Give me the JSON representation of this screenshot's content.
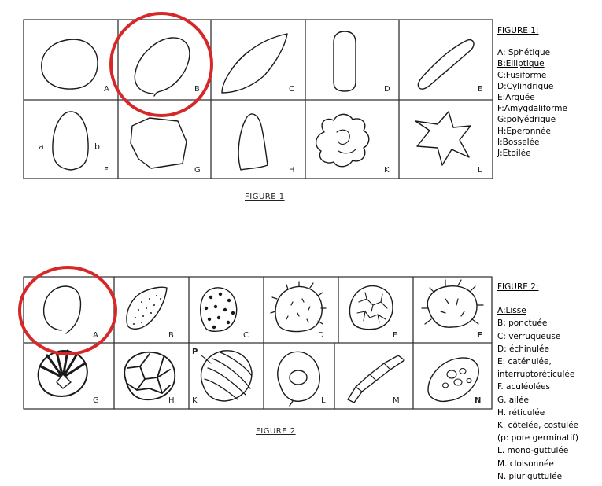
{
  "figure1": {
    "caption": "FIGURE 1",
    "cell_letters": [
      "A",
      "B",
      "C",
      "D",
      "E",
      "F",
      "G",
      "H",
      "K",
      "L"
    ],
    "side_labels": [
      "a",
      "b"
    ],
    "legend_title": "FIGURE 1:",
    "legend_items": [
      "A: Sphétique",
      "B:Elliptique",
      "C:Fusiforme",
      "D:Cylindrique",
      "E:Arquée",
      "F:Amygdaliforme",
      "G:polyédrique",
      "H:Eperonnée",
      "I:Bosselée",
      "J:Etoilée"
    ],
    "highlighted_item": "B:Elliptique"
  },
  "figure2": {
    "caption": "FIGURE 2",
    "cell_letters": [
      "A",
      "B",
      "C",
      "D",
      "E",
      "F",
      "G",
      "H",
      "K",
      "L",
      "M",
      "N"
    ],
    "pore_label": "P",
    "legend_title": "FIGURE 2:",
    "legend_items": [
      "A:Lisse",
      "B: ponctuée",
      "C: verruqueuse",
      "D: échinulée",
      "E: caténulée,",
      "interruptoréticulée",
      "F. aculéolées",
      "G. ailée",
      "H. réticulée",
      "K. côtelée, costulée",
      "(p: pore germinatif)",
      "L. mono-guttulée",
      "M. cloisonnée",
      "N. pluriguttulée"
    ],
    "highlighted_item": "A:Lisse"
  },
  "colors": {
    "highlight_circle": "#d62828",
    "ink": "#1a1a1a",
    "grid": "#333333"
  }
}
